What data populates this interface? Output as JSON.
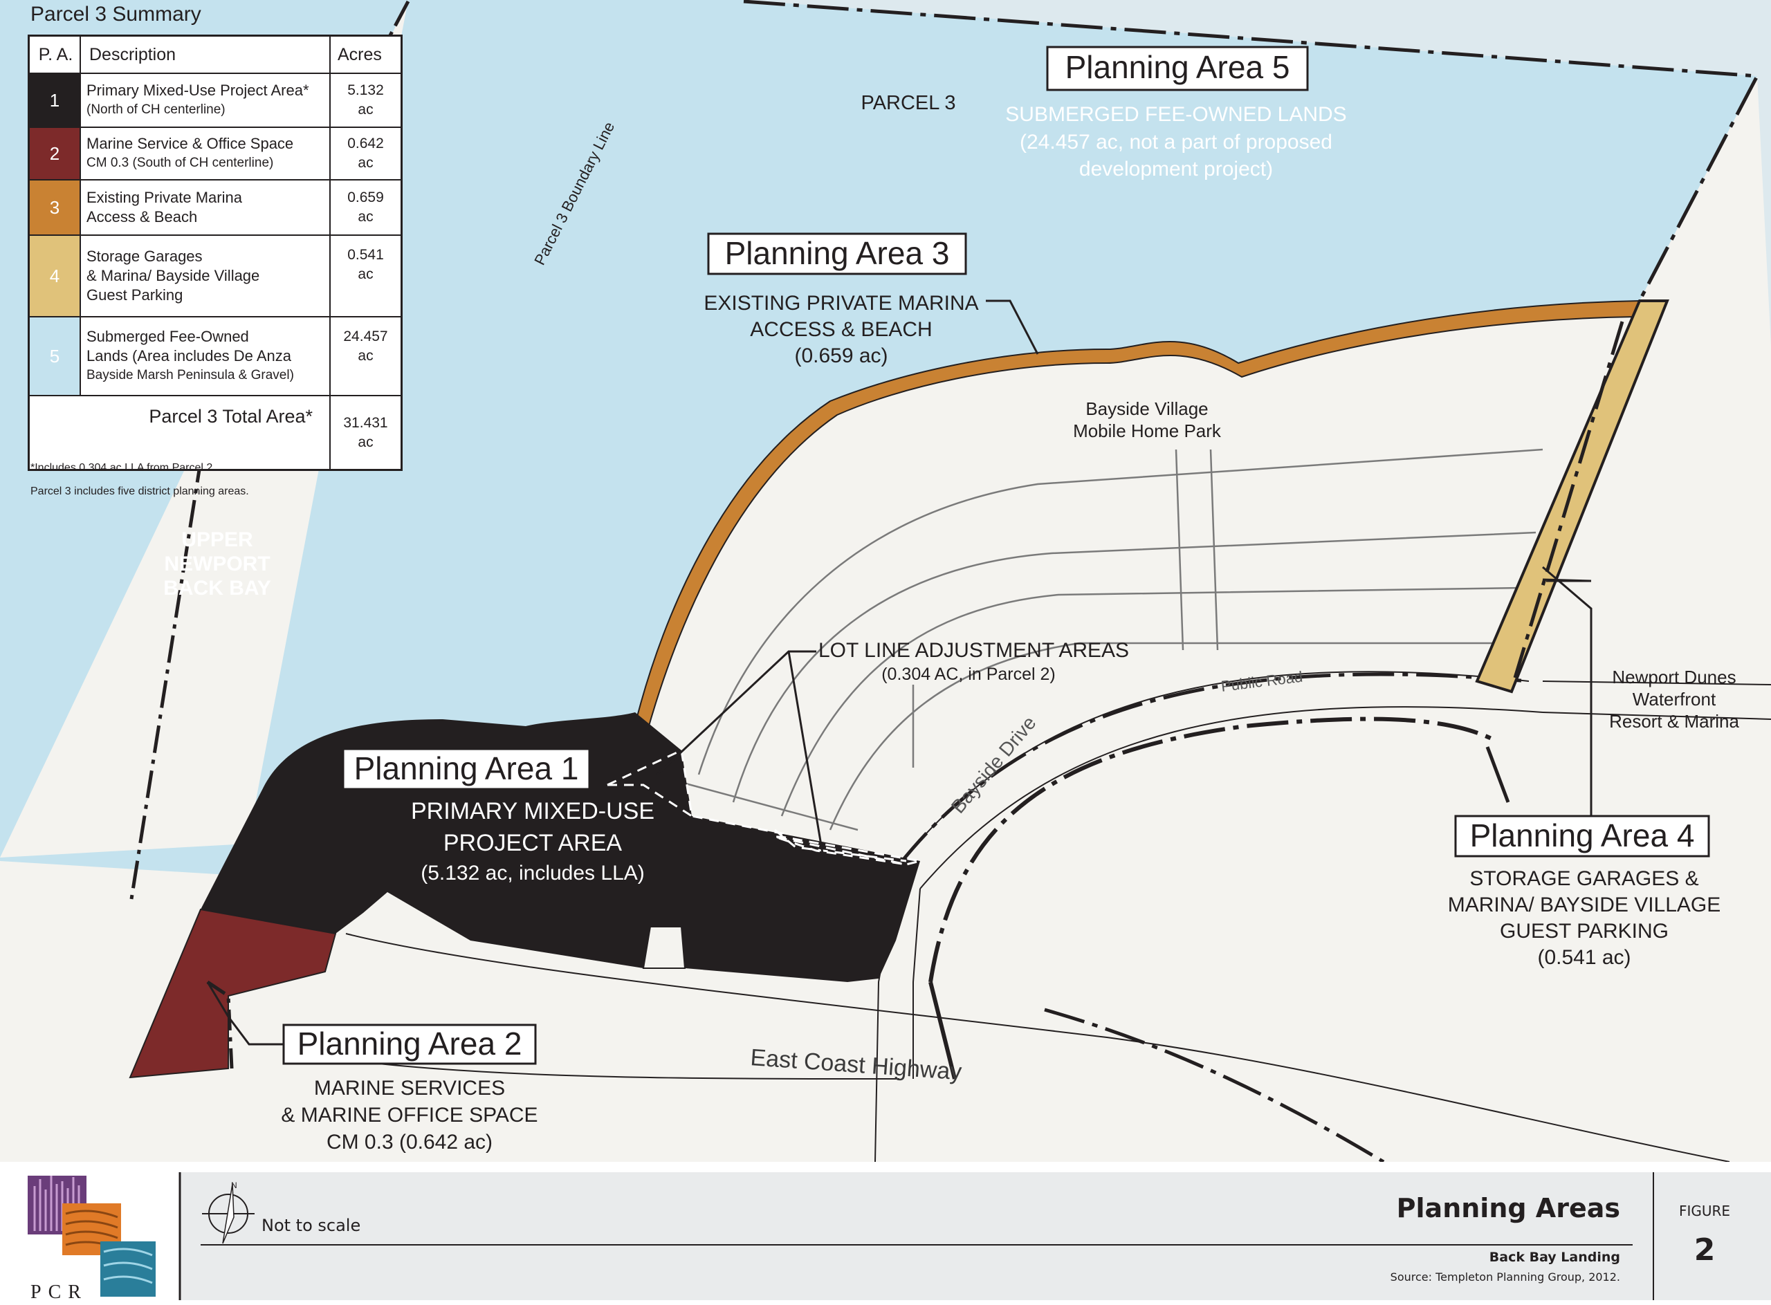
{
  "summary": {
    "title": "Parcel 3 Summary",
    "headers": {
      "pa": "P. A.",
      "description": "Description",
      "acres": "Acres"
    },
    "rows": [
      {
        "pa": "1",
        "line1": "Primary Mixed-Use Project Area*",
        "line2": "(North of CH centerline)",
        "line3": "",
        "acres": "5.132",
        "unit": "ac",
        "color": "#231f20"
      },
      {
        "pa": "2",
        "line1": "Marine Service & Office Space",
        "line2": "CM 0.3 (South of CH centerline)",
        "line3": "",
        "acres": "0.642",
        "unit": "ac",
        "color": "#7d2a2a"
      },
      {
        "pa": "3",
        "line1": "Existing Private Marina",
        "line2": "Access & Beach",
        "line3": "",
        "acres": "0.659",
        "unit": "ac",
        "color": "#c98233"
      },
      {
        "pa": "4",
        "line1": "Storage Garages",
        "line2": "& Marina/ Bayside Village",
        "line3": "Guest Parking",
        "acres": "0.541",
        "unit": "ac",
        "color": "#e0c27a"
      },
      {
        "pa": "5",
        "line1": "Submerged Fee-Owned",
        "line2": "Lands (Area includes De Anza",
        "line3": "Bayside Marsh Peninsula & Gravel)",
        "acres": "24.457",
        "unit": "ac",
        "color": "#c4e2ee"
      }
    ],
    "total_label": "Parcel 3 Total Area*",
    "total_acres": "31.431",
    "total_unit": "ac",
    "note1": "*Includes 0.304 ac LLA from Parcel 2",
    "note2": "Parcel 3 includes five district planning areas."
  },
  "map": {
    "colors": {
      "water": "#c4e2ee",
      "land": "#f4f3ef",
      "pa1": "#231f20",
      "pa2": "#7d2a2a",
      "pa3": "#c98233",
      "pa4": "#e0c27a"
    },
    "pa5": {
      "title": "Planning Area 5",
      "l1": "SUBMERGED FEE-OWNED LANDS",
      "l2": "(24.457 ac, not a part of proposed",
      "l3": "development project)"
    },
    "parcel3": "PARCEL 3",
    "boundary_line": "Parcel 3 Boundary Line",
    "pa3": {
      "title": "Planning Area 3",
      "l1": "EXISTING PRIVATE MARINA",
      "l2": "ACCESS & BEACH",
      "l3": "(0.659 ac)"
    },
    "bayside_village": {
      "l1": "Bayside Village",
      "l2": "Mobile Home Park"
    },
    "upper_bay": {
      "l1": "UPPER",
      "l2": "NEWPORT",
      "l3": "BACK BAY"
    },
    "lla": {
      "l1": "LOT LINE ADJUSTMENT AREAS",
      "l2": "(0.304 AC, in Parcel 2)"
    },
    "public_road": "Public Road",
    "bayside_drive": "Bayside Drive",
    "pa1": {
      "title": "Planning Area 1",
      "l1": "PRIMARY MIXED-USE",
      "l2": "PROJECT AREA",
      "l3": "(5.132 ac, includes LLA)"
    },
    "newport_dunes": {
      "l1": "Newport Dunes",
      "l2": "Waterfront",
      "l3": "Resort & Marina"
    },
    "pa4": {
      "title": "Planning Area 4",
      "l1": "STORAGE GARAGES &",
      "l2": "MARINA/ BAYSIDE VILLAGE",
      "l3": "GUEST PARKING",
      "l4": "(0.541 ac)"
    },
    "pa2": {
      "title": "Planning Area 2",
      "l1": "MARINE SERVICES",
      "l2": "& MARINE OFFICE SPACE",
      "l3": "CM 0.3 (0.642 ac)"
    },
    "highway": "East Coast Highway"
  },
  "titleblock": {
    "logo_text": "PCR",
    "north": "N",
    "scale": "Not to scale",
    "title": "Planning Areas",
    "project": "Back Bay Landing",
    "source": "Source: Templeton Planning Group, 2012.",
    "figure_label": "FIGURE",
    "figure_number": "2"
  }
}
